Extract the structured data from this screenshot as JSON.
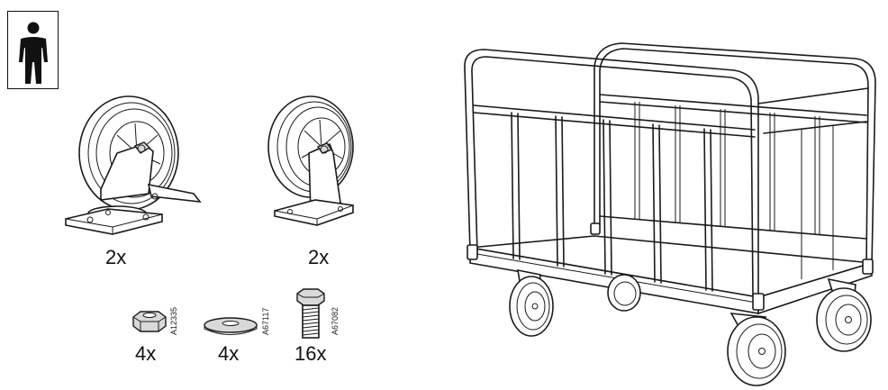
{
  "figures": {
    "person_icon": "person-icon",
    "trolley": "platform-trolley"
  },
  "parts": [
    {
      "icon": "swivel-caster-with-brake",
      "quantity": "2x",
      "code": ""
    },
    {
      "icon": "fixed-caster",
      "quantity": "2x",
      "code": ""
    },
    {
      "icon": "hex-nut",
      "quantity": "4x",
      "code": "A12335"
    },
    {
      "icon": "washer",
      "quantity": "4x",
      "code": "A67117"
    },
    {
      "icon": "hex-bolt",
      "quantity": "16x",
      "code": "A67082"
    }
  ]
}
